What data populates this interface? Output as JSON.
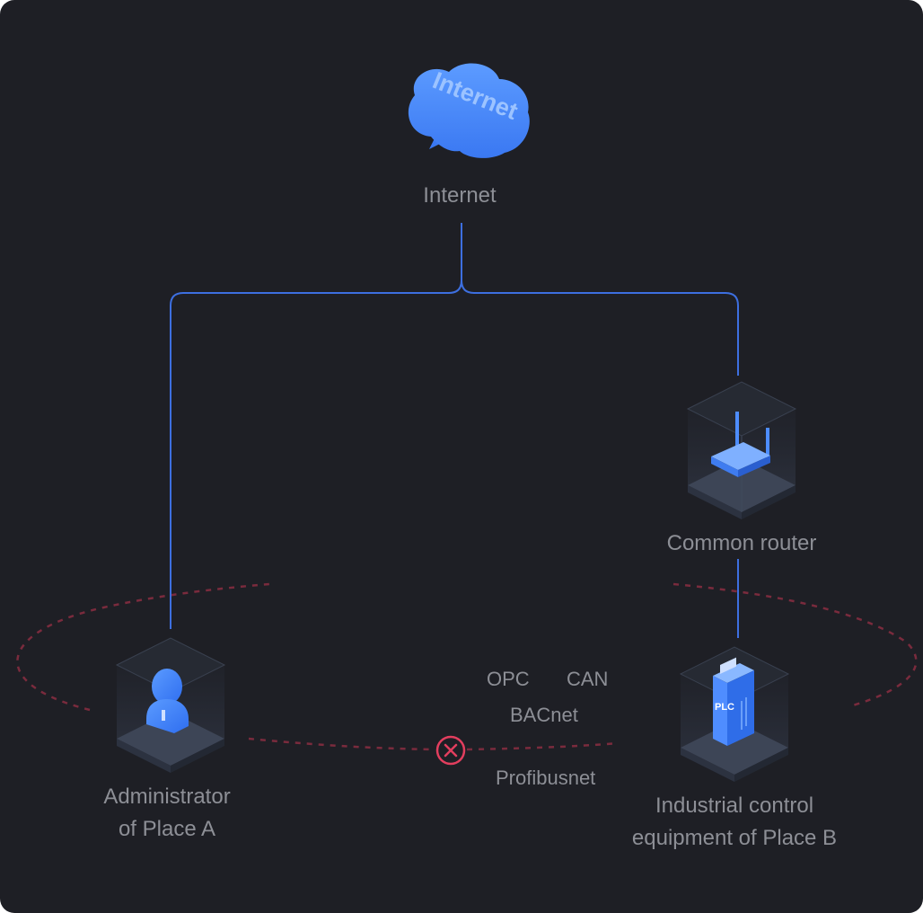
{
  "nodes": {
    "internet": {
      "label": "Internet",
      "icon": "cloud-icon",
      "icon_text": "Internet"
    },
    "router": {
      "label": "Common router",
      "icon": "router-icon"
    },
    "admin": {
      "label_lines": [
        "Administrator",
        "of Place A"
      ],
      "icon": "user-icon"
    },
    "plc": {
      "label_lines": [
        "Industrial control",
        "equipment of Place B"
      ],
      "icon": "plc-cabinet-icon",
      "icon_text": "PLC"
    }
  },
  "protocols": [
    "OPC",
    "CAN",
    "BACnet",
    "Profibusnet"
  ],
  "blocked_icon": "blocked-x-icon",
  "colors": {
    "background": "#1e1f25",
    "link": "#3d6fe0",
    "dashed_ring": "#7a2b3d",
    "blocked": "#e23e5e",
    "text": "#8d8f96",
    "icon_blue": "#3f82ff"
  }
}
